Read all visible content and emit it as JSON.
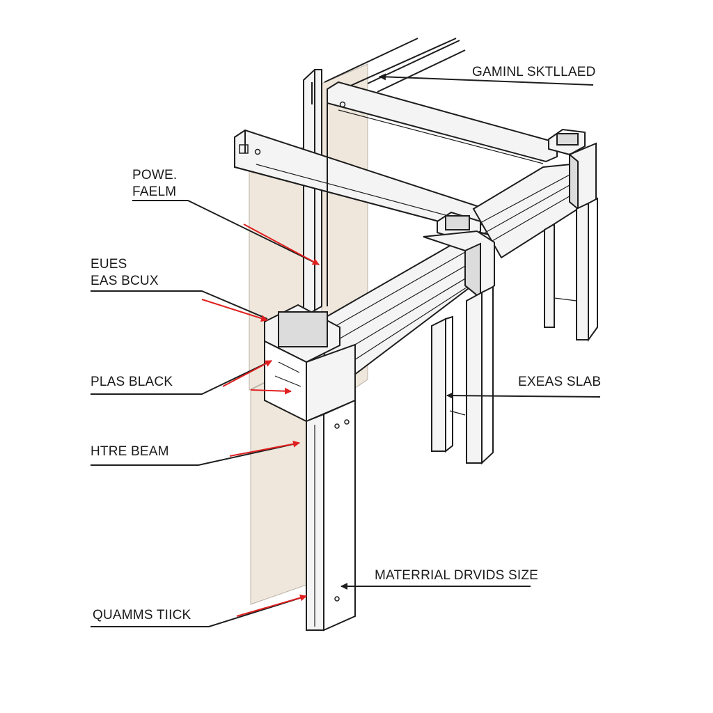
{
  "labels": {
    "top_right": "GAMINL SKTLLAED",
    "powe_line1": "POWE.",
    "powe_line2": "FAELM",
    "eues_line1": "EUES",
    "eues_line2": "EAS BCUX",
    "plas_black": "PLAS BLACK",
    "htre_beam": "HTRE BEAM",
    "quamms_tiick": "QUAMMS TIICK",
    "exeas_slab": "EXEAS SLAB",
    "material_size": "MATERRIAL DRVIDS SIZE"
  },
  "colors": {
    "line": "#1e1e1e",
    "arrow_red": "#e02020",
    "panel_fill": "#efe7dc",
    "steel_light": "#f4f4f4",
    "steel_mid": "#dcdcdc"
  }
}
